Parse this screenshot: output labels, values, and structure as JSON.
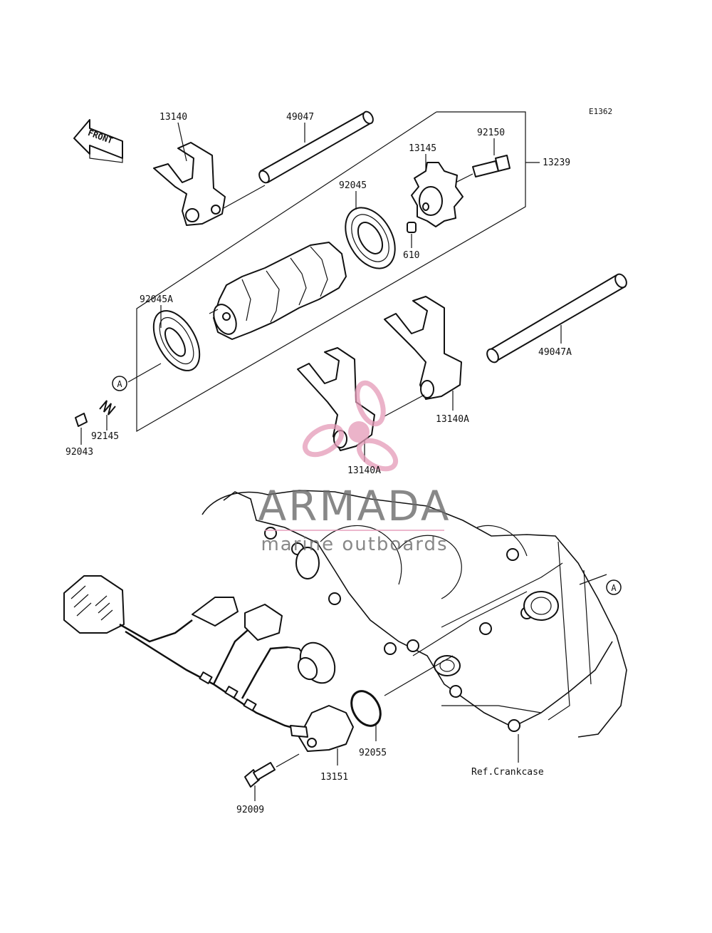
{
  "diagram_id": "E1362",
  "front_label": "FRONT",
  "callouts": [
    {
      "id": "c-13140",
      "text": "13140"
    },
    {
      "id": "c-49047",
      "text": "49047"
    },
    {
      "id": "c-92150",
      "text": "92150"
    },
    {
      "id": "c-13145",
      "text": "13145"
    },
    {
      "id": "c-13239",
      "text": "13239"
    },
    {
      "id": "c-92045",
      "text": "92045"
    },
    {
      "id": "c-610",
      "text": "610"
    },
    {
      "id": "c-92045A",
      "text": "92045A"
    },
    {
      "id": "c-49047A",
      "text": "49047A"
    },
    {
      "id": "c-13140A-right",
      "text": "13140A"
    },
    {
      "id": "c-13140A-left",
      "text": "13140A"
    },
    {
      "id": "c-92145",
      "text": "92145"
    },
    {
      "id": "c-92043",
      "text": "92043"
    },
    {
      "id": "c-92055",
      "text": "92055"
    },
    {
      "id": "c-13151",
      "text": "13151"
    },
    {
      "id": "c-92009",
      "text": "92009"
    },
    {
      "id": "c-ref",
      "text": "Ref.Crankcase"
    }
  ],
  "reference_markers": [
    "A",
    "A"
  ],
  "watermark": {
    "brand": "ARMADA",
    "tagline": "marine outboards",
    "logo_color": "#e59ab8",
    "text_color": "#6b6b6b"
  }
}
